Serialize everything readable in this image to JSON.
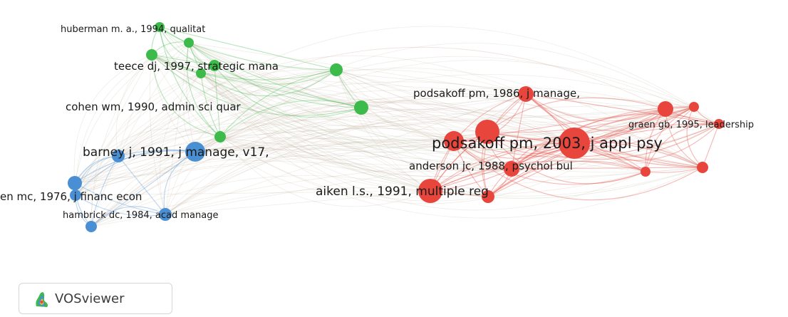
{
  "app": {
    "logo_text": "VOSviewer"
  },
  "clusters": {
    "red": "#e8453c",
    "green": "#3cba4a",
    "blue": "#4a8fd4"
  },
  "nodes": [
    {
      "id": "huberman",
      "label": "huberman m. a., 1994, qualitat",
      "cluster": "green"
    },
    {
      "id": "teece",
      "label": "teece dj, 1997, strategic mana",
      "cluster": "green"
    },
    {
      "id": "cohen",
      "label": "cohen wm, 1990, admin sci quar",
      "cluster": "green"
    },
    {
      "id": "podsakoff1986",
      "label": "podsakoff pm, 1986, j manage,",
      "cluster": "red"
    },
    {
      "id": "graen",
      "label": "graen gb, 1995, leadership",
      "cluster": "red"
    },
    {
      "id": "podsakoff2003",
      "label": "podsakoff pm, 2003, j appl psy",
      "cluster": "red"
    },
    {
      "id": "barney",
      "label": "barney j, 1991, j manage, v17,",
      "cluster": "blue"
    },
    {
      "id": "anderson",
      "label": "anderson jc, 1988, psychol bul",
      "cluster": "red"
    },
    {
      "id": "aiken",
      "label": "aiken l.s., 1991, multiple reg",
      "cluster": "red"
    },
    {
      "id": "jensen",
      "label": "en mc, 1976, j financ econ",
      "cluster": "blue"
    },
    {
      "id": "hambrick",
      "label": "hambrick dc, 1984, acad manage",
      "cluster": "blue"
    }
  ]
}
